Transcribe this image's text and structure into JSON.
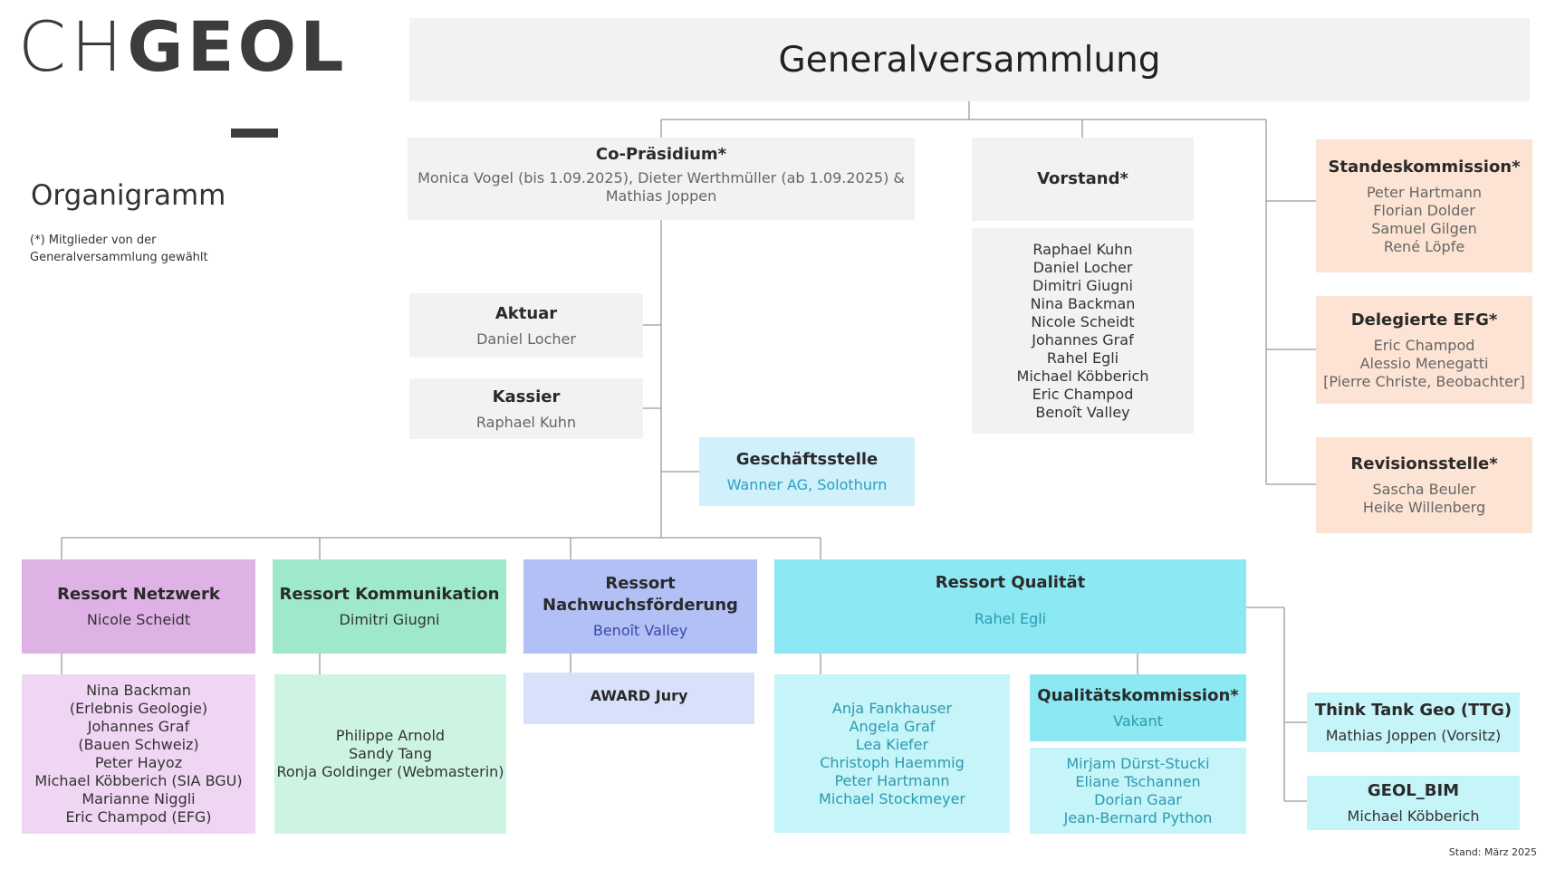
{
  "logo": {
    "part1": "CH",
    "part2": "GEOL"
  },
  "page_title": "Organigramm",
  "note": "(*) Mitglieder von der Generalversammlung gewählt",
  "generalversammlung": "Generalversammlung",
  "co_praesidium": {
    "title": "Co-Präsidium*",
    "members": [
      "Monica Vogel (bis 1.09.2025), Dieter Werthmüller (ab 1.09.2025) &",
      "Mathias Joppen"
    ]
  },
  "vorstand": {
    "title": "Vorstand*",
    "members": [
      "Raphael Kuhn",
      "Daniel Locher",
      "Dimitri Giugni",
      "Nina Backman",
      "Nicole Scheidt",
      "Johannes Graf",
      "Rahel Egli",
      "Michael Köbberich",
      "Eric Champod",
      "Benoît Valley"
    ]
  },
  "aktuar": {
    "title": "Aktuar",
    "members": [
      "Daniel Locher"
    ]
  },
  "kassier": {
    "title": "Kassier",
    "members": [
      "Raphael Kuhn"
    ]
  },
  "geschaeftsstelle": {
    "title": "Geschäftsstelle",
    "members": [
      "Wanner AG, Solothurn"
    ]
  },
  "standeskommission": {
    "title": "Standeskommission*",
    "members": [
      "Peter Hartmann",
      "Florian Dolder",
      "Samuel Gilgen",
      "René Löpfe"
    ]
  },
  "delegierte_efg": {
    "title": "Delegierte EFG*",
    "members": [
      "Eric Champod",
      "Alessio Menegatti",
      "[Pierre Christe, Beobachter]"
    ]
  },
  "revisionsstelle": {
    "title": "Revisionsstelle*",
    "members": [
      "Sascha Beuler",
      "Heike Willenberg"
    ]
  },
  "ressort_netzwerk": {
    "title": "Ressort Netzwerk",
    "lead": "Nicole Scheidt",
    "members": [
      "Nina Backman",
      "(Erlebnis Geologie)",
      "Johannes Graf",
      "(Bauen Schweiz)",
      "Peter Hayoz",
      "Michael Köbberich (SIA BGU)",
      "Marianne Niggli",
      "Eric Champod (EFG)"
    ]
  },
  "ressort_kommunikation": {
    "title": "Ressort Kommunikation",
    "lead": "Dimitri Giugni",
    "members": [
      "Philippe Arnold",
      "Sandy Tang",
      "Ronja Goldinger (Webmasterin)"
    ]
  },
  "ressort_nachwuchs": {
    "title": "Ressort Nachwuchsförderung",
    "lead": "Benoît Valley",
    "award": "AWARD Jury"
  },
  "ressort_qualitaet": {
    "title": "Ressort Qualität",
    "lead": "Rahel Egli",
    "members": [
      "Anja Fankhauser",
      "Angela Graf",
      "Lea Kiefer",
      "Christoph Haemmig",
      "Peter Hartmann",
      "Michael Stockmeyer"
    ]
  },
  "qualitaetskommission": {
    "title": "Qualitätskommission*",
    "lead": "Vakant",
    "members": [
      "Mirjam Dürst-Stucki",
      "Eliane Tschannen",
      "Dorian Gaar",
      "Jean-Bernard Python"
    ]
  },
  "think_tank": {
    "title": "Think Tank Geo (TTG)",
    "members": [
      "Mathias Joppen (Vorsitz)"
    ]
  },
  "geol_bim": {
    "title": "GEOL_BIM",
    "members": [
      "Michael Köbberich"
    ]
  },
  "stand": "Stand: März 2025",
  "colors": {
    "gray": "#f2f2f2",
    "peach": "#fde3d4",
    "light_blue": "#d0f0fb",
    "purple": "#dfb2e6",
    "green": "#9ee8cc",
    "blue": "#b2c0f5",
    "cyan": "#8ce8f2",
    "connector": "#9a9a9a"
  }
}
